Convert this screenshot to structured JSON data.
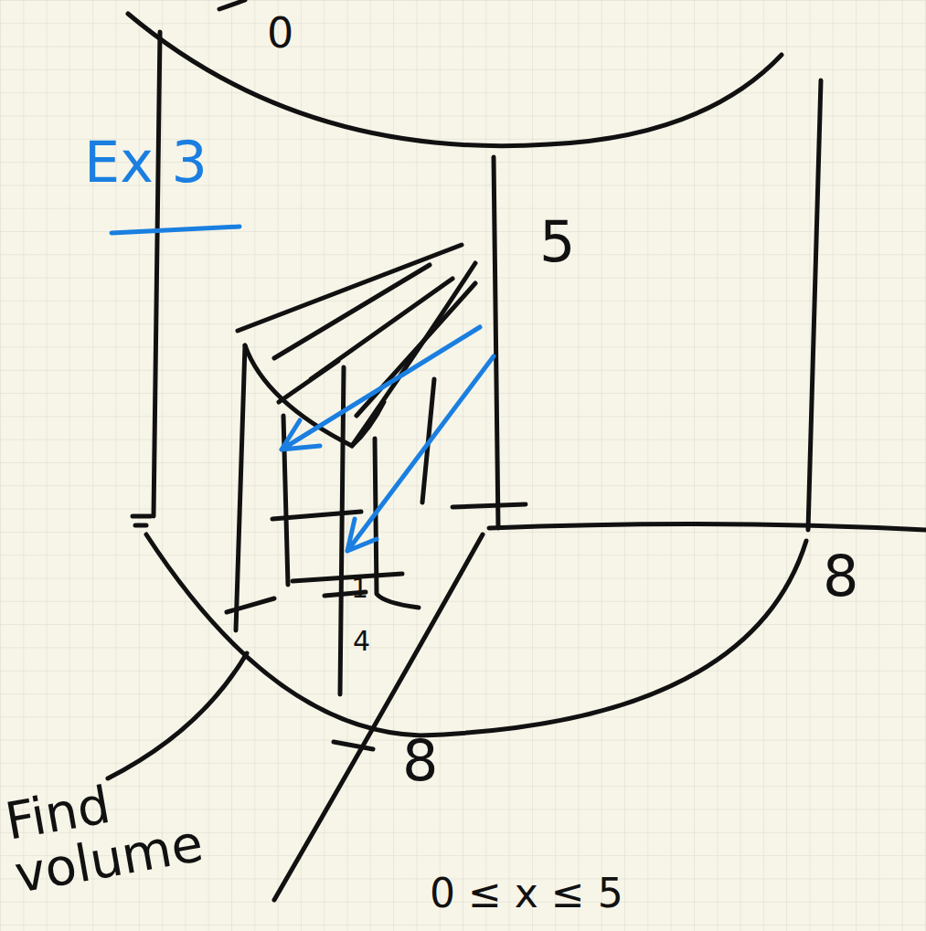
{
  "diagram": {
    "labels": [
      "0",
      "Ex 3",
      "5",
      "8",
      "1",
      "4",
      "8",
      "Find volume",
      "0 ≤ x ≤ 5"
    ]
  }
}
